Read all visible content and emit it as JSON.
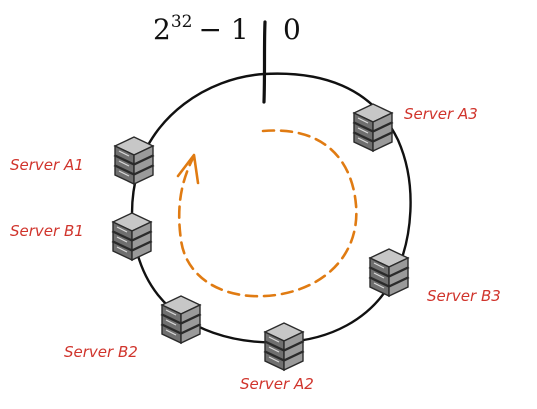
{
  "diagram": {
    "range": {
      "max_base": "2",
      "max_exponent": "32",
      "max_rest": "− 1",
      "min": "0"
    },
    "ring_color": "#111111",
    "flow_color": "#e07b12",
    "label_color": "#d0342c",
    "nodes": [
      {
        "id": "a1",
        "label": "Server A1",
        "icon": "server-icon"
      },
      {
        "id": "b1",
        "label": "Server B1",
        "icon": "server-icon"
      },
      {
        "id": "b2",
        "label": "Server B2",
        "icon": "server-icon"
      },
      {
        "id": "a2",
        "label": "Server A2",
        "icon": "server-icon"
      },
      {
        "id": "b3",
        "label": "Server B3",
        "icon": "server-icon"
      },
      {
        "id": "a3",
        "label": "Server A3",
        "icon": "server-icon"
      }
    ]
  }
}
